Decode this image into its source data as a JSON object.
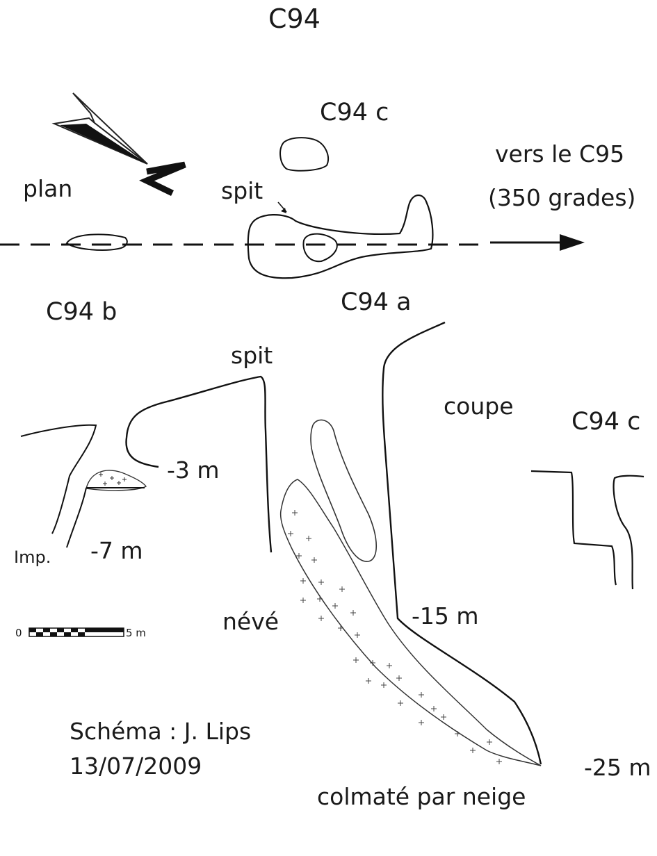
{
  "title": "C94",
  "plan_view": {
    "label": "plan",
    "north_letter": "N",
    "entrance_c": "C94 c",
    "entrance_b": "C94 b",
    "entrance_a": "C94 a",
    "anchor": "spit",
    "direction_line1": "vers le C95",
    "direction_line2": "(350 grades)"
  },
  "section_view": {
    "label": "coupe",
    "anchor": "spit",
    "entrance_c": "C94 c",
    "depth_3": "-3 m",
    "depth_7": "-7 m",
    "impassable": "Imp.",
    "snowfield": "névé",
    "depth_15": "-15 m",
    "depth_25": "-25 m",
    "bottom_note": "colmaté par neige"
  },
  "scale_bar": {
    "start": "0",
    "end": "5 m"
  },
  "credits": {
    "author": "Schéma : J. Lips",
    "date": "13/07/2009"
  }
}
